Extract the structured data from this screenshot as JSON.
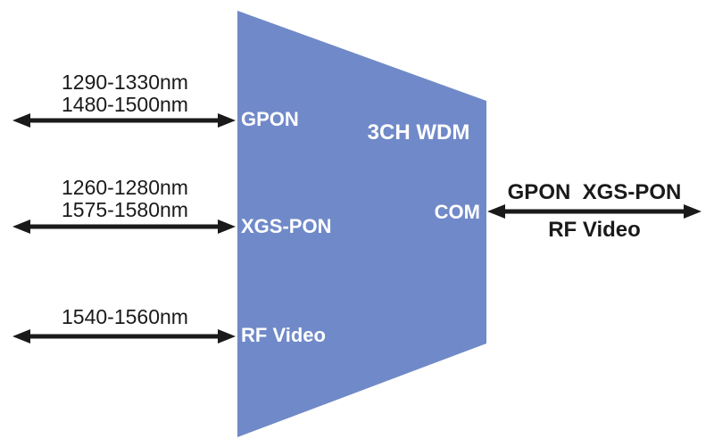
{
  "diagram": {
    "device_label": "3CH WDM",
    "colors": {
      "shape_fill": "#7089C8",
      "arrow": "#1a1a1a",
      "port_text": "#ffffff",
      "wavelength_text": "#1a1a1a",
      "background": "#ffffff"
    },
    "inputs": [
      {
        "port": "GPON",
        "wavelengths": [
          "1290-1330nm",
          "1480-1500nm"
        ]
      },
      {
        "port": "XGS-PON",
        "wavelengths": [
          "1260-1280nm",
          "1575-1580nm"
        ]
      },
      {
        "port": "RF Video",
        "wavelengths": [
          "1540-1560nm"
        ]
      }
    ],
    "output": {
      "port": "COM",
      "label_top": "GPON  XGS-PON",
      "label_bottom": "RF Video"
    }
  }
}
